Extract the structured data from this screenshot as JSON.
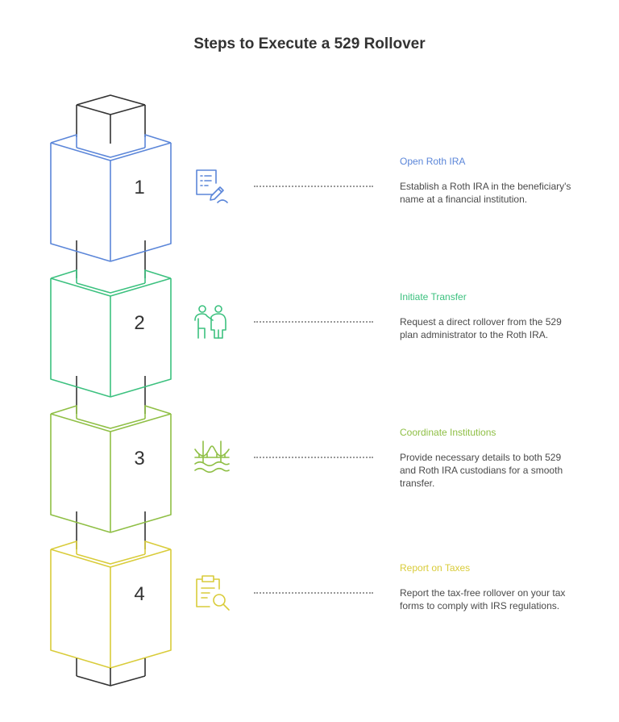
{
  "title": "Steps to Execute a 529 Rollover",
  "colors": {
    "outline": "#333333",
    "step1": "#5B86D9",
    "step2": "#3CC17F",
    "step3": "#8FBF45",
    "step4": "#D9CC3A"
  },
  "steps": [
    {
      "number": "1",
      "title": "Open Roth IRA",
      "description": "Establish a Roth IRA in the beneficiary's name at a financial institution.",
      "icon": "document-signing-icon"
    },
    {
      "number": "2",
      "title": "Initiate Transfer",
      "description": "Request a direct rollover from the 529 plan administrator to the Roth IRA.",
      "icon": "presenter-audience-icon"
    },
    {
      "number": "3",
      "title": "Coordinate Institutions",
      "description": "Provide necessary details to both 529 and Roth IRA custodians for a smooth transfer.",
      "icon": "bridge-icon"
    },
    {
      "number": "4",
      "title": "Report on Taxes",
      "description": "Report the tax-free rollover on your tax forms to comply with IRS regulations.",
      "icon": "clipboard-search-icon"
    }
  ]
}
